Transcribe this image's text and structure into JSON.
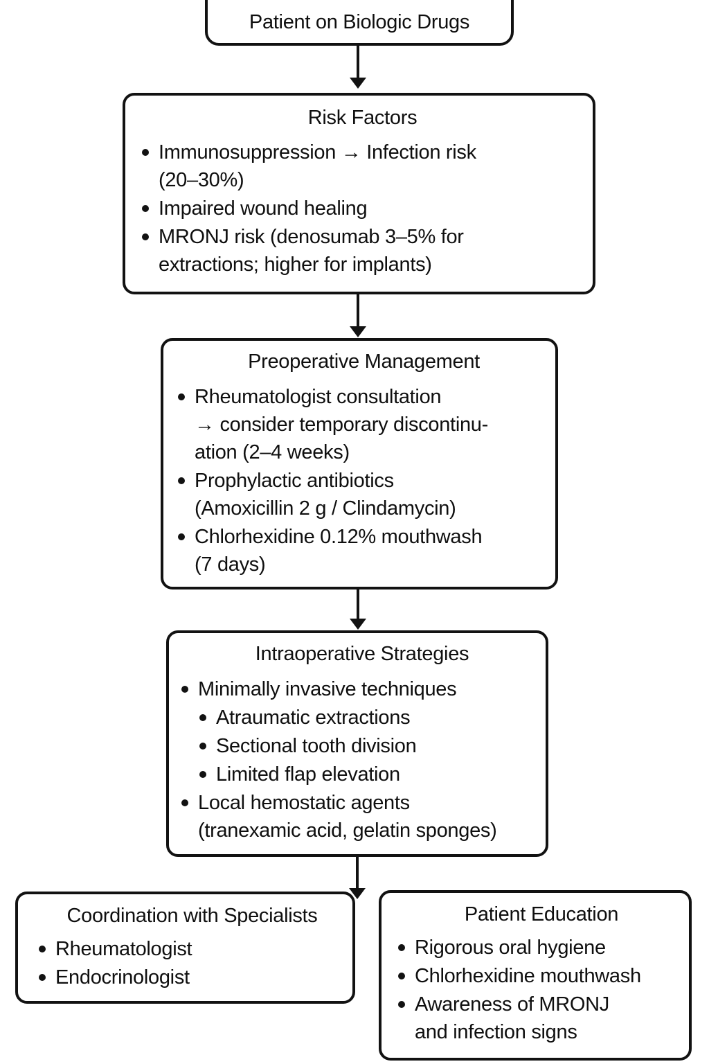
{
  "palette": {
    "ink": "#121212",
    "paper": "#ffffff"
  },
  "flowchart": {
    "start": {
      "title": "Patient on Biologic Drugs"
    },
    "risk_factors": {
      "title": "Risk Factors",
      "bullets": [
        "Immunosuppression → Infection risk\n(20–30%)",
        "Impaired wound healing",
        "MRONJ risk (denosumab 3–5% for\nextractions; higher for implants)"
      ]
    },
    "preoperative_management": {
      "title": "Preoperative Management",
      "bullets": [
        "Rheumatologist consultation\n→ consider temporary discontinu-\nation (2–4 weeks)",
        "Prophylactic antibiotics\n(Amoxicillin 2 g / Clindamycin)",
        "Chlorhexidine 0.12% mouthwash\n(7 days)"
      ]
    },
    "intraoperative_strategies": {
      "title": "Intraoperative Strategies",
      "bullet_minimally_invasive": "Minimally invasive techniques",
      "sub_bullets": [
        "Atraumatic extractions",
        "Sectional tooth division",
        "Limited flap elevation"
      ],
      "bullet_hemostatic": "Local hemostatic agents\n(tranexamic acid, gelatin sponges)"
    },
    "coordination_with_specialists": {
      "title": "Coordination with Specialists",
      "bullets": [
        "Rheumatologist",
        "Endocrinologist"
      ]
    },
    "patient_education": {
      "title": "Patient Education",
      "bullets": [
        "Rigorous oral hygiene",
        "Chlorhexidine mouthwash",
        "Awareness of MRONJ\nand infection signs"
      ]
    }
  }
}
